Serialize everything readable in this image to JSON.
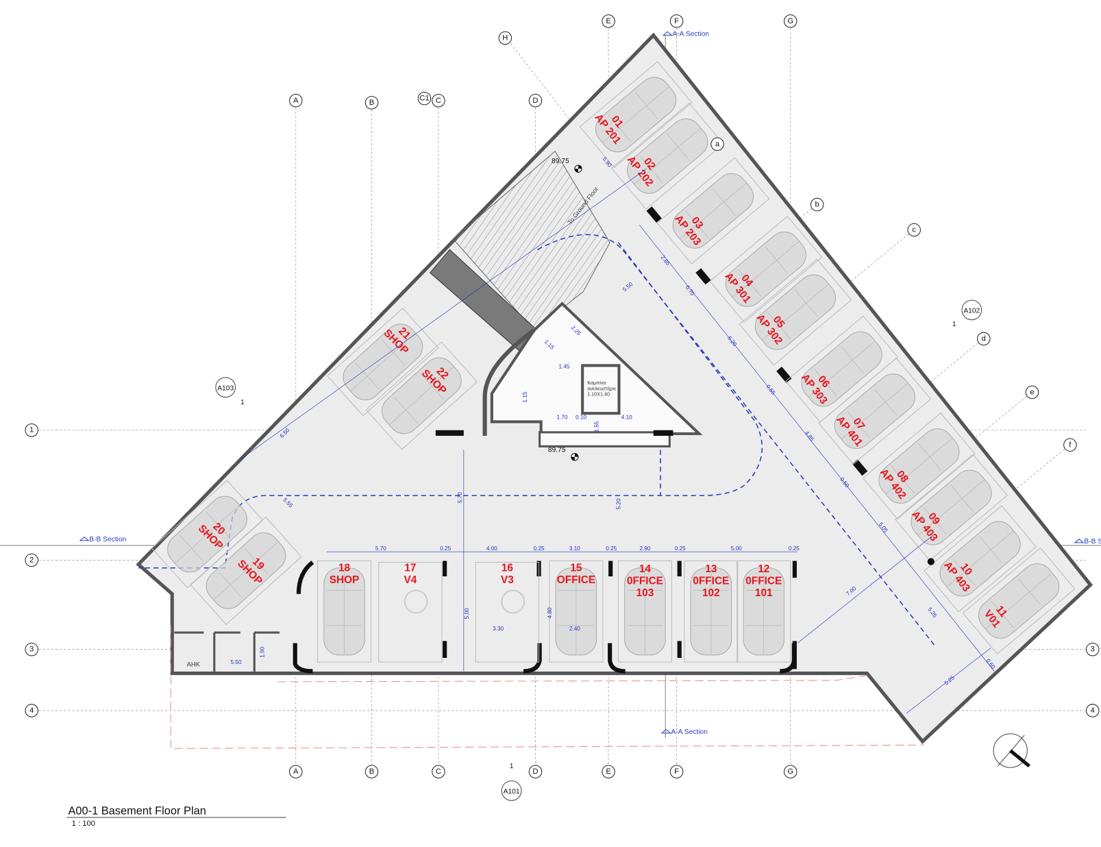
{
  "drawing": {
    "title": "A00-1 Basement Floor Plan",
    "scale": "1 : 100",
    "colors": {
      "wall": "#555555",
      "floor": "#ececec",
      "label": "#e8141b",
      "dimension": "#2230c0",
      "grid": "#9a9a9a"
    }
  },
  "grid": {
    "columns": [
      "A",
      "B",
      "C",
      "C1",
      "D",
      "E",
      "F",
      "G",
      "H"
    ],
    "columns_bottom": [
      "A",
      "B",
      "C",
      "D",
      "E",
      "F",
      "G"
    ],
    "rows": [
      "1",
      "2",
      "3",
      "4"
    ],
    "diagonal": [
      "a",
      "b",
      "c",
      "d",
      "e",
      "f"
    ]
  },
  "sections": {
    "aa_top": "A-A Section",
    "aa_bottom": "A-A Section",
    "bb_left": "B-B Section",
    "bb_right": "B-B S"
  },
  "views": [
    {
      "sheet": "A101",
      "number": "1"
    },
    {
      "sheet": "A102",
      "number": "1"
    },
    {
      "sheet": "A103",
      "number": "1"
    }
  ],
  "parking": [
    {
      "num": "01",
      "unit": "AP 201"
    },
    {
      "num": "02",
      "unit": "AP 202"
    },
    {
      "num": "03",
      "unit": "AP 203"
    },
    {
      "num": "04",
      "unit": "AP 301"
    },
    {
      "num": "05",
      "unit": "AP 302"
    },
    {
      "num": "06",
      "unit": "AP 303"
    },
    {
      "num": "07",
      "unit": "AP 401"
    },
    {
      "num": "08",
      "unit": "AP 402"
    },
    {
      "num": "09",
      "unit": "AP 403"
    },
    {
      "num": "10",
      "unit": "AP 403"
    },
    {
      "num": "11",
      "unit": "V01"
    },
    {
      "num": "12",
      "unit": "0FFICE",
      "unit2": "101"
    },
    {
      "num": "13",
      "unit": "0FFICE",
      "unit2": "102"
    },
    {
      "num": "14",
      "unit": "0FFICE",
      "unit2": "103"
    },
    {
      "num": "15",
      "unit": "OFFICE"
    },
    {
      "num": "16",
      "unit": "V3"
    },
    {
      "num": "17",
      "unit": "V4"
    },
    {
      "num": "18",
      "unit": "SHOP"
    },
    {
      "num": "19",
      "unit": "SHOP"
    },
    {
      "num": "20",
      "unit": "SHOP"
    },
    {
      "num": "21",
      "unit": "SHOP"
    },
    {
      "num": "22",
      "unit": "SHOP"
    }
  ],
  "levels": [
    "89.75",
    "89.75"
  ],
  "annotations": {
    "ramp": "To Ground Floor",
    "room_ahk": "AHK",
    "elevator_line1": "Καμπίνα",
    "elevator_line2": "ανελκυστήρα",
    "elevator_line3": "1.10X1.40"
  },
  "dimensions": [
    "5.70",
    "0.25",
    "4.00",
    "0.25",
    "3.10",
    "0.25",
    "2.90",
    "0.25",
    "5.00",
    "0.25",
    "5.00",
    "3.30",
    "4.80",
    "2.40",
    "1.90",
    "5.50",
    "5.90",
    "2.85",
    "0.70",
    "5.20",
    "0.65",
    "4.85",
    "0.50",
    "5.05",
    "7.00",
    "5.25",
    "5.25",
    "0.60",
    "5.50",
    "2.25",
    "1.15",
    "1.45",
    "1.70",
    "0.10",
    "4.10",
    "1.55",
    "1.15",
    "5.70",
    "5.20",
    "6.50",
    "5.55"
  ]
}
